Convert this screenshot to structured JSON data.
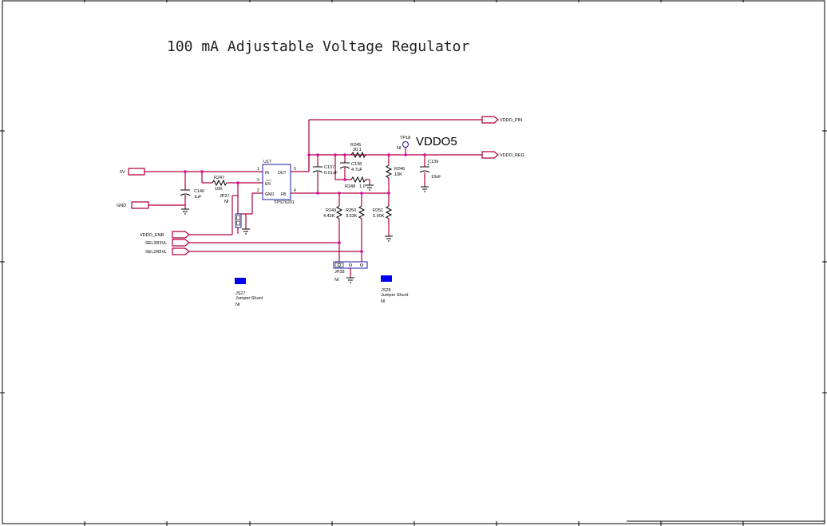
{
  "title": "100 mA Adjustable Voltage Regulator",
  "ports": {
    "in_5v": "5V",
    "gnd": "GND",
    "vddo_enb": "VDDO_ENB",
    "sel3r3vl": "SEL3R3VL",
    "sel2r5vl": "SEL2R5VL",
    "vddo_pin": "VDDO_PIN",
    "vddo_reg": "VDDO_REG"
  },
  "big_label": "VDDO5",
  "u17": {
    "ref": "U17",
    "part": "TPS76201",
    "pins": {
      "in": "IN",
      "en": "EN",
      "gnd": "GND",
      "out": "OUT",
      "fb": "FB"
    },
    "pin_numbers": {
      "p1": "1",
      "p2": "2",
      "p3": "3",
      "p4": "4",
      "p5": "5"
    }
  },
  "components": {
    "c140": {
      "ref": "C140",
      "value": "1uF"
    },
    "r247": {
      "ref": "R247",
      "value": "10K"
    },
    "jp27": {
      "ref": "JP27",
      "value": "NI"
    },
    "c137": {
      "ref": "C137",
      "value": "0.01uF"
    },
    "c138": {
      "ref": "C138",
      "value": "4.7uF"
    },
    "r245": {
      "ref": "R245",
      "value": "30.1"
    },
    "r248": {
      "ref": "R248",
      "value": "1.0"
    },
    "tp18": {
      "ref": "TP18",
      "value": "NI"
    },
    "r246": {
      "ref": "R246",
      "value": "10K"
    },
    "c139": {
      "ref": "C139",
      "value": "10uF"
    },
    "r249": {
      "ref": "R249",
      "value": "4.42K"
    },
    "r250": {
      "ref": "R250",
      "value": "9.53K"
    },
    "r251": {
      "ref": "R251",
      "value": "5.90K"
    },
    "jp28": {
      "ref": "JP28",
      "value": "NI"
    },
    "js27": {
      "ref": "JS27",
      "desc": "Jumper Shunt",
      "value": "NI"
    },
    "js28": {
      "ref": "JS28",
      "desc": "Jumper Shunt",
      "value": "NI"
    }
  },
  "colors": {
    "wire": "#b0003a",
    "junction": "#e000a0",
    "shunt": "#0000ee",
    "ink": "#000000"
  }
}
